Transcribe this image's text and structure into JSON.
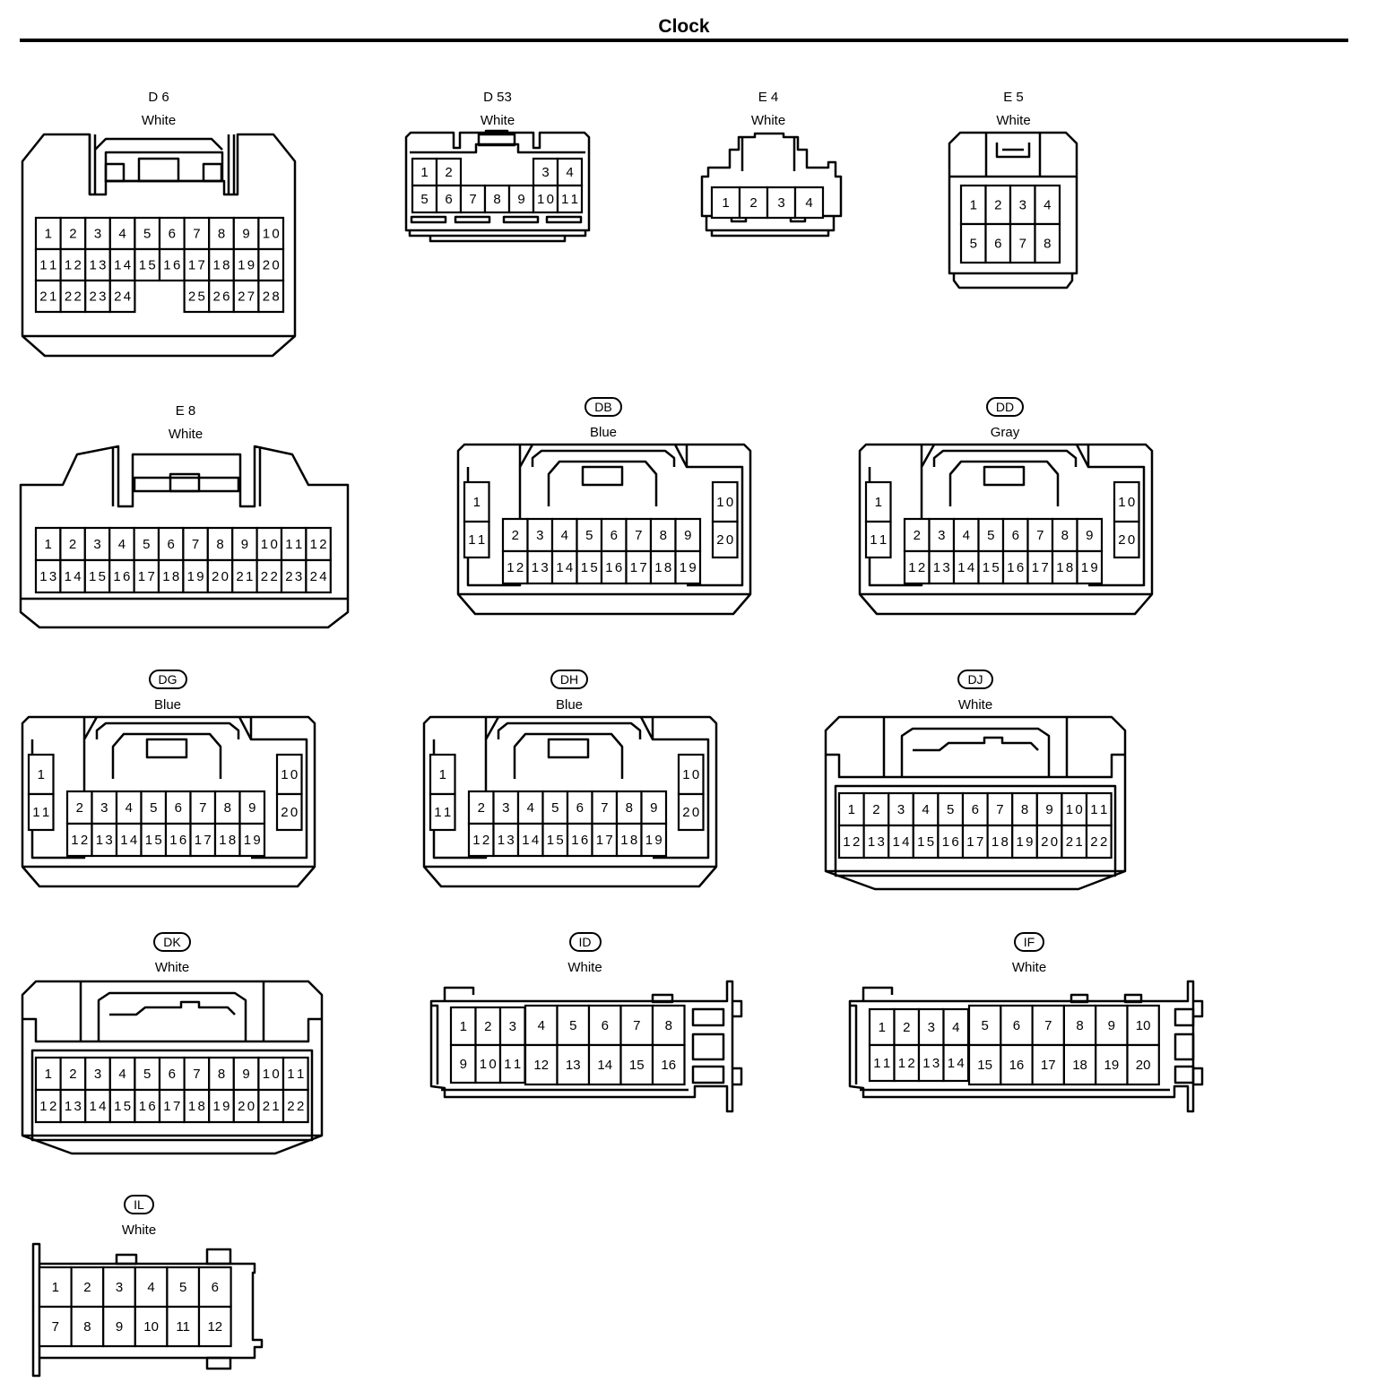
{
  "title": "Clock",
  "connectors": [
    {
      "id": "D6",
      "code": "D 6",
      "style": "plain",
      "color": "White",
      "pins": [
        "1",
        "2",
        "3",
        "4",
        "5",
        "6",
        "7",
        "8",
        "9",
        "10",
        "11",
        "12",
        "13",
        "14",
        "15",
        "16",
        "17",
        "18",
        "19",
        "20",
        "21",
        "22",
        "23",
        "24",
        "25",
        "26",
        "27",
        "28"
      ]
    },
    {
      "id": "D53",
      "code": "D 53",
      "style": "plain",
      "color": "White",
      "pins": [
        "1",
        "2",
        "3",
        "4",
        "5",
        "6",
        "7",
        "8",
        "9",
        "10",
        "11"
      ]
    },
    {
      "id": "E4",
      "code": "E 4",
      "style": "plain",
      "color": "White",
      "pins": [
        "1",
        "2",
        "3",
        "4"
      ]
    },
    {
      "id": "E5",
      "code": "E 5",
      "style": "plain",
      "color": "White",
      "pins": [
        "1",
        "2",
        "3",
        "4",
        "5",
        "6",
        "7",
        "8"
      ]
    },
    {
      "id": "E8",
      "code": "E 8",
      "style": "plain",
      "color": "White",
      "pins": [
        "1",
        "2",
        "3",
        "4",
        "5",
        "6",
        "7",
        "8",
        "9",
        "10",
        "11",
        "12",
        "13",
        "14",
        "15",
        "16",
        "17",
        "18",
        "19",
        "20",
        "21",
        "22",
        "23",
        "24"
      ]
    },
    {
      "id": "DB",
      "code": "DB",
      "style": "oval",
      "color": "Blue",
      "pins": [
        "1",
        "2",
        "3",
        "4",
        "5",
        "6",
        "7",
        "8",
        "9",
        "10",
        "11",
        "12",
        "13",
        "14",
        "15",
        "16",
        "17",
        "18",
        "19",
        "20"
      ]
    },
    {
      "id": "DD",
      "code": "DD",
      "style": "oval",
      "color": "Gray",
      "pins": [
        "1",
        "2",
        "3",
        "4",
        "5",
        "6",
        "7",
        "8",
        "9",
        "10",
        "11",
        "12",
        "13",
        "14",
        "15",
        "16",
        "17",
        "18",
        "19",
        "20"
      ]
    },
    {
      "id": "DG",
      "code": "DG",
      "style": "oval",
      "color": "Blue",
      "pins": [
        "1",
        "2",
        "3",
        "4",
        "5",
        "6",
        "7",
        "8",
        "9",
        "10",
        "11",
        "12",
        "13",
        "14",
        "15",
        "16",
        "17",
        "18",
        "19",
        "20"
      ]
    },
    {
      "id": "DH",
      "code": "DH",
      "style": "oval",
      "color": "Blue",
      "pins": [
        "1",
        "2",
        "3",
        "4",
        "5",
        "6",
        "7",
        "8",
        "9",
        "10",
        "11",
        "12",
        "13",
        "14",
        "15",
        "16",
        "17",
        "18",
        "19",
        "20"
      ]
    },
    {
      "id": "DJ",
      "code": "DJ",
      "style": "oval",
      "color": "White",
      "pins": [
        "1",
        "2",
        "3",
        "4",
        "5",
        "6",
        "7",
        "8",
        "9",
        "10",
        "11",
        "12",
        "13",
        "14",
        "15",
        "16",
        "17",
        "18",
        "19",
        "20",
        "21",
        "22"
      ]
    },
    {
      "id": "DK",
      "code": "DK",
      "style": "oval",
      "color": "White",
      "pins": [
        "1",
        "2",
        "3",
        "4",
        "5",
        "6",
        "7",
        "8",
        "9",
        "10",
        "11",
        "12",
        "13",
        "14",
        "15",
        "16",
        "17",
        "18",
        "19",
        "20",
        "21",
        "22"
      ]
    },
    {
      "id": "ID",
      "code": "ID",
      "style": "oval",
      "color": "White",
      "pins": [
        "1",
        "2",
        "3",
        "4",
        "5",
        "6",
        "7",
        "8",
        "9",
        "10",
        "11",
        "12",
        "13",
        "14",
        "15",
        "16"
      ]
    },
    {
      "id": "IF",
      "code": "IF",
      "style": "oval",
      "color": "White",
      "pins": [
        "1",
        "2",
        "3",
        "4",
        "5",
        "6",
        "7",
        "8",
        "9",
        "10",
        "11",
        "12",
        "13",
        "14",
        "15",
        "16",
        "17",
        "18",
        "19",
        "20"
      ]
    },
    {
      "id": "IL",
      "code": "IL",
      "style": "oval",
      "color": "White",
      "pins": [
        "1",
        "2",
        "3",
        "4",
        "5",
        "6",
        "7",
        "8",
        "9",
        "10",
        "11",
        "12"
      ]
    }
  ]
}
